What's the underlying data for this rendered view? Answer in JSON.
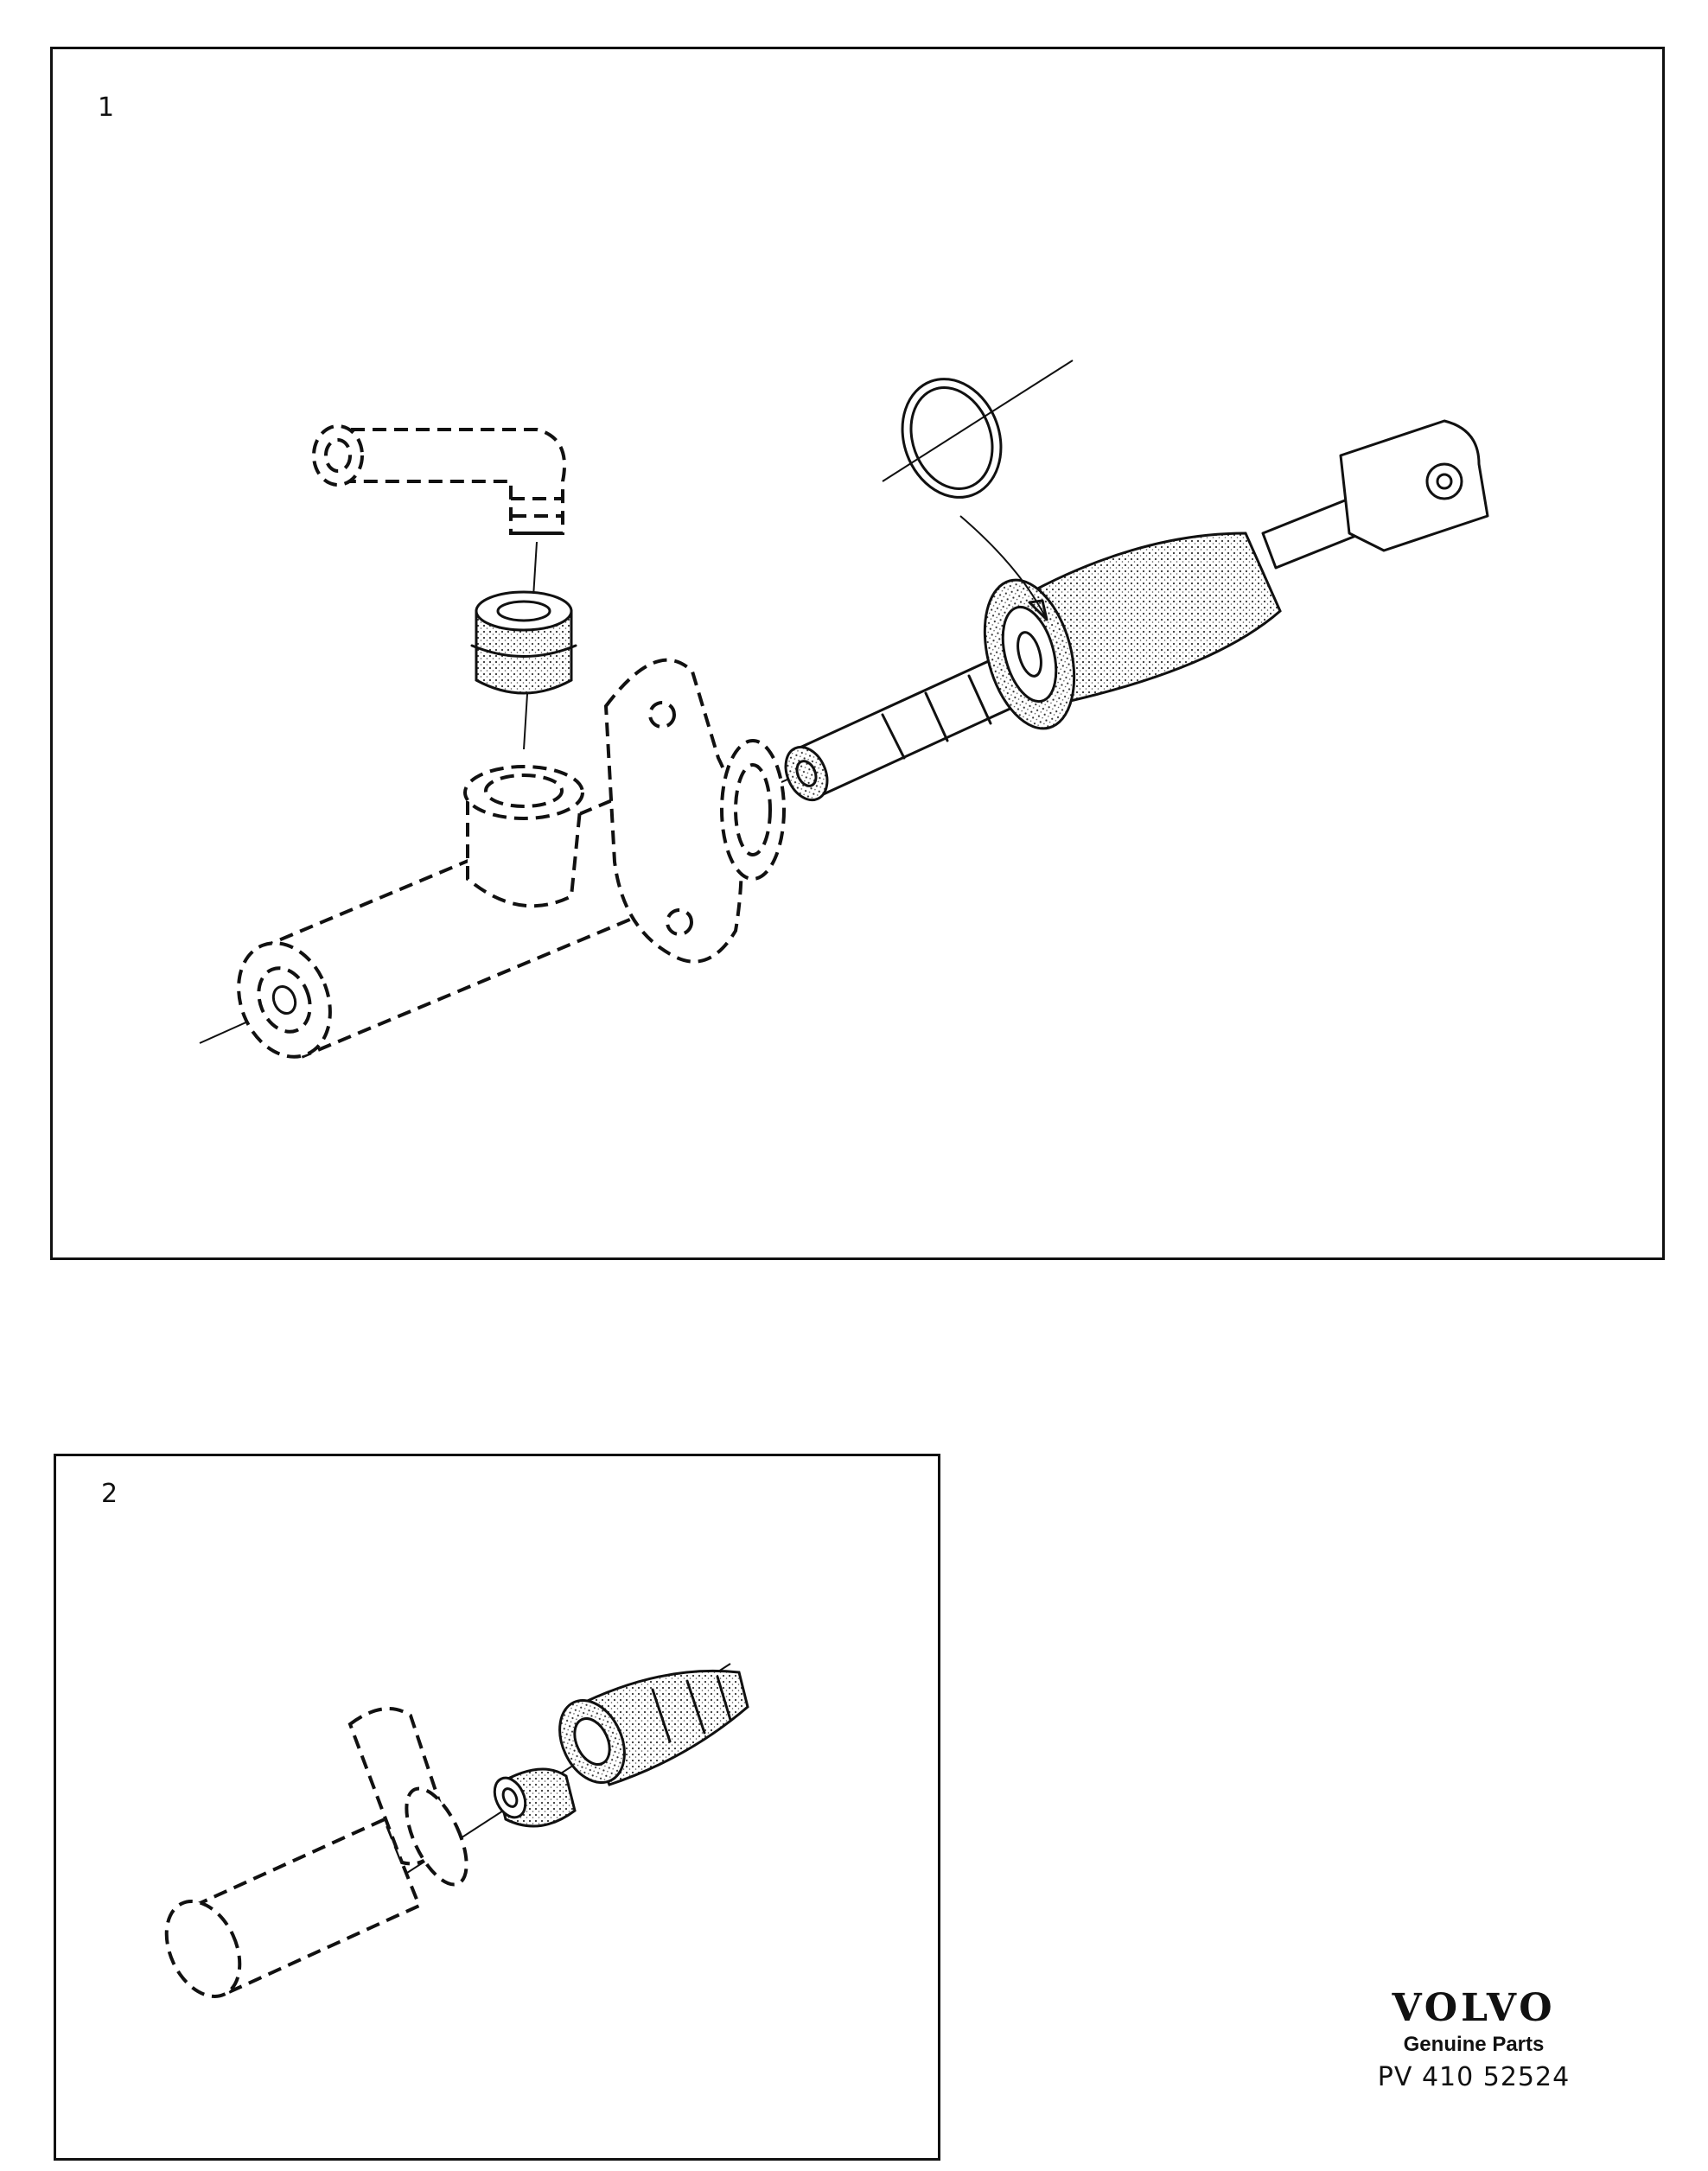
{
  "panels": [
    {
      "number": "1"
    },
    {
      "number": "2"
    }
  ],
  "brand": {
    "logo": "VOLVO",
    "subtitle": "Genuine Parts",
    "code": "PV 410 52524"
  }
}
